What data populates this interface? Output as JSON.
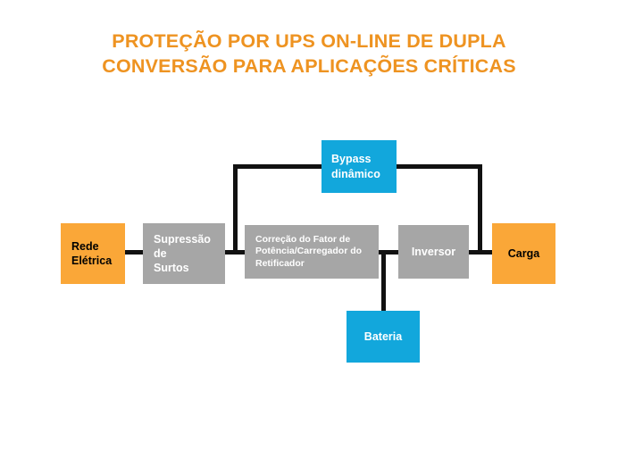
{
  "title": {
    "text": "PROTEÇÃO POR UPS ON-LINE DE DUPLA\nCONVERSÃO PARA APLICAÇÕES CRÍTICAS",
    "color": "#ee9321"
  },
  "palette": {
    "background": "#ffffff",
    "orange_box": "#faa738",
    "gray_box": "#a6a6a6",
    "blue_box": "#12a7dc",
    "connector": "#111111",
    "text_on_orange": "#000000",
    "text_on_gray": "#ffffff",
    "text_on_blue": "#ffffff"
  },
  "diagram": {
    "type": "block-flow-diagram",
    "nodes": [
      {
        "id": "rede",
        "label": "Rede\nElétrica",
        "color": "orange"
      },
      {
        "id": "supressao",
        "label": "Supressão de\nSurtos",
        "color": "gray"
      },
      {
        "id": "correcao",
        "label": "Correção do Fator de\nPotência/Carregador do\nRetificador",
        "color": "gray"
      },
      {
        "id": "inversor",
        "label": "Inversor",
        "color": "gray"
      },
      {
        "id": "carga",
        "label": "Carga",
        "color": "orange"
      },
      {
        "id": "bypass",
        "label": "Bypass\ndinâmico",
        "color": "blue"
      },
      {
        "id": "bateria",
        "label": "Bateria",
        "color": "blue"
      }
    ],
    "connections": [
      {
        "from": "rede",
        "to": "supressao"
      },
      {
        "from": "supressao",
        "to": "correcao"
      },
      {
        "from": "correcao",
        "to": "inversor"
      },
      {
        "from": "inversor",
        "to": "carga"
      },
      {
        "from": "supressao",
        "to": "bypass"
      },
      {
        "from": "bypass",
        "to": "carga"
      },
      {
        "from": "inversor",
        "to": "bateria"
      }
    ]
  }
}
